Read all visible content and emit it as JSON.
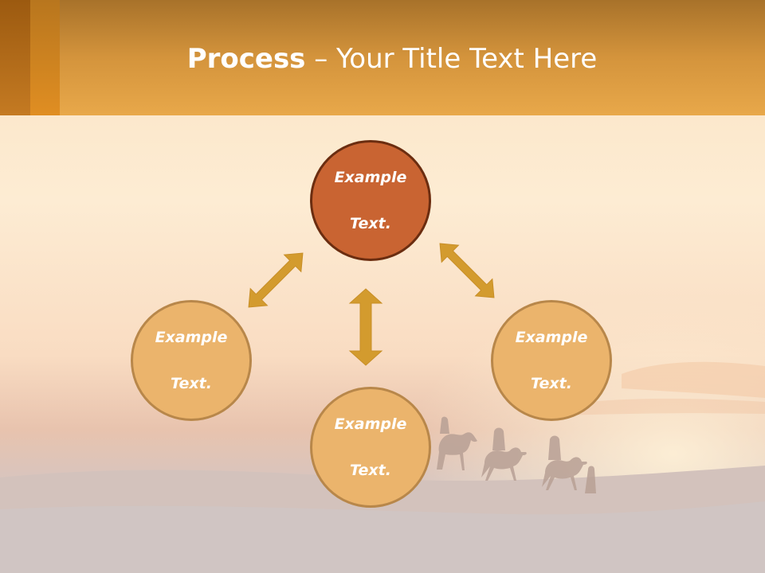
{
  "slide": {
    "title_bold": "Process",
    "title_rest": " – Your Title Text Here"
  },
  "cycle": {
    "top": {
      "line1": "Example",
      "line2": "Text."
    },
    "left": {
      "line1": "Example",
      "line2": "Text."
    },
    "right": {
      "line1": "Example",
      "line2": "Text."
    },
    "bottom": {
      "line1": "Example",
      "line2": "Text."
    }
  },
  "colors": {
    "accent_circle": "#c96432",
    "secondary_circle": "#ebb46c",
    "arrow": "#d39b2e",
    "header": "#e8a84a"
  },
  "icons": [
    "double-arrow-icon",
    "camel-caravan-silhouette"
  ]
}
